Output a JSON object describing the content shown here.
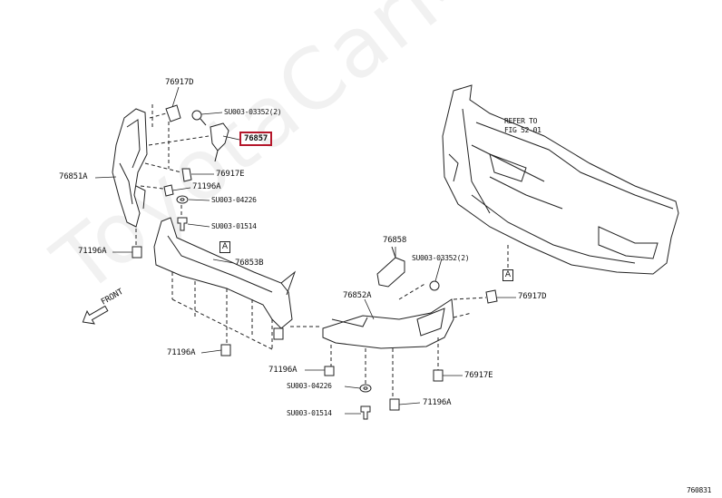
{
  "watermark": "ToyotaCarMe.ru",
  "figure_code": "760831",
  "refer_note": {
    "line1": "REFER TO",
    "line2": "FIG 52-01"
  },
  "ref_markers": {
    "a1": "A",
    "a2": "A"
  },
  "labels": {
    "p76917d_top": "76917D",
    "su003_03352_top": "SU003-03352(2)",
    "p76857": "76857",
    "p76851a": "76851A",
    "p76917e_left": "76917E",
    "p71196a_left_top": "71196A",
    "su003_04226_left": "SU003-04226",
    "su003_01514_left": "SU003-01514",
    "p71196a_left_mid": "71196A",
    "p76853b": "76853B",
    "front": "FRONT",
    "p71196a_bottom_left": "71196A",
    "p71196a_center": "71196A",
    "p76858": "76858",
    "su003_03352_right": "SU003-03352(2)",
    "p76852a": "76852A",
    "p76917d_right": "76917D",
    "p76917e_right": "76917E",
    "su003_04226_bottom": "SU003-04226",
    "p71196a_bottom_right": "71196A",
    "su003_01514_bottom": "SU003-01514"
  },
  "colors": {
    "line": "#222222",
    "highlight": "#b5172b",
    "watermark": "#000000"
  }
}
